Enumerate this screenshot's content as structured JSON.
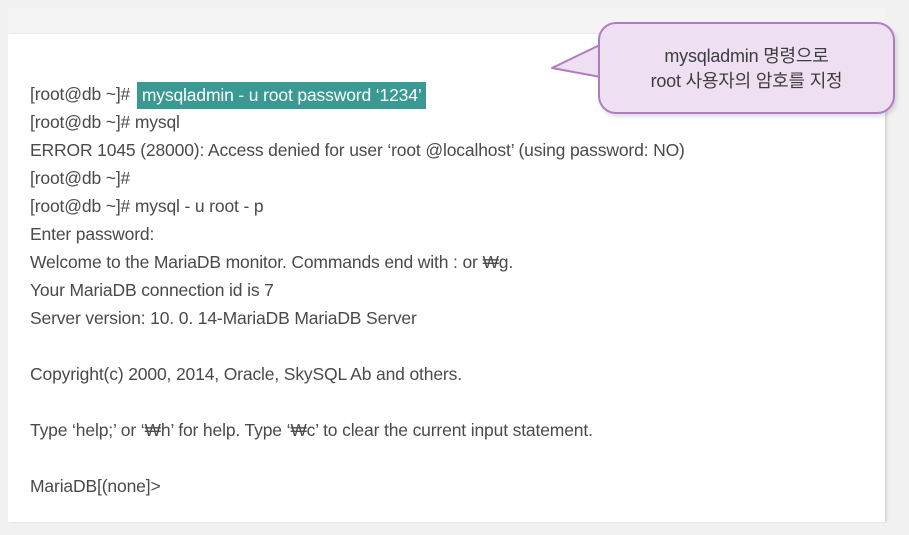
{
  "panel": {
    "name": "terminal-transcript",
    "background_color": "#ffffff",
    "text_color": "#4a4a4a",
    "lines": [
      {
        "id": "line-1",
        "prompt": "[root@db ~]# ",
        "highlight": "mysqladmin - u root password ‘1234’",
        "rest": ""
      },
      {
        "id": "line-2",
        "text": "[root@db ~]# mysql"
      },
      {
        "id": "line-3",
        "text": "ERROR 1045 (28000): Access denied for user ‘root @localhost’ (using password: NO)"
      },
      {
        "id": "line-4",
        "text": "[root@db ~]#"
      },
      {
        "id": "line-5",
        "text": "[root@db ~]# mysql - u root - p"
      },
      {
        "id": "line-6",
        "text": "Enter password:"
      },
      {
        "id": "line-7",
        "text": "Welcome to the MariaDB monitor. Commands end with : or ₩g."
      },
      {
        "id": "line-8",
        "text": "Your MariaDB connection id is 7"
      },
      {
        "id": "line-9",
        "text": "Server version: 10. 0. 14-MariaDB MariaDB Server"
      },
      {
        "id": "line-10",
        "text": ""
      },
      {
        "id": "line-11",
        "text": "Copyright(c) 2000, 2014, Oracle, SkySQL Ab and others."
      },
      {
        "id": "line-12",
        "text": ""
      },
      {
        "id": "line-13",
        "text": "Type ‘help;’ or ‘₩h’ for help. Type ‘₩c’ to clear the current input statement."
      },
      {
        "id": "line-14",
        "text": ""
      },
      {
        "id": "line-15",
        "text": "MariaDB[(none]>"
      }
    ]
  },
  "highlight": {
    "background_color": "#3a9a93",
    "text_color": "#ffffff"
  },
  "callout": {
    "fill_color": "#efdff2",
    "border_color": "#b07ac4",
    "text_color": "#3d3d3d",
    "lines": [
      "mysqladmin 명령으로",
      "root 사용자의 암호를 지정"
    ]
  }
}
